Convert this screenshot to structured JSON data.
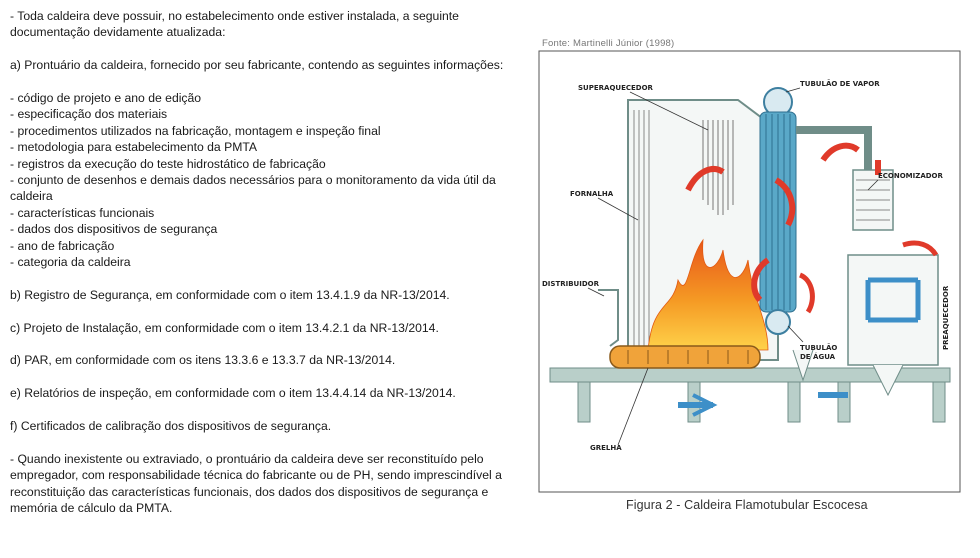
{
  "text": {
    "intro": "- Toda caldeira deve possuir, no estabelecimento onde estiver instalada, a seguinte documentação devidamente atualizada:",
    "item_a": "a) Prontuário da caldeira, fornecido por seu fabricante, contendo as seguintes informações:",
    "list_a": [
      "- código de projeto e ano de edição",
      "- especificação dos materiais",
      "- procedimentos utilizados na fabricação, montagem e inspeção final",
      "- metodologia para estabelecimento da PMTA",
      "- registros da execução do teste hidrostático de fabricação",
      "- conjunto de desenhos e demais dados necessários para o monitoramento da vida útil da caldeira",
      "- características funcionais",
      "- dados dos dispositivos de segurança",
      "- ano de fabricação",
      "- categoria da caldeira"
    ],
    "item_b": "b) Registro de Segurança, em conformidade com o item 13.4.1.9 da NR-13/2014.",
    "item_c": "c) Projeto de Instalação, em conformidade com o item 13.4.2.1 da NR-13/2014.",
    "item_d": "d) PAR, em conformidade com os itens 13.3.6 e 13.3.7 da NR-13/2014.",
    "item_e": "e) Relatórios de inspeção, em conformidade com o item 13.4.4.14 da NR-13/2014.",
    "item_f": "f) Certificados de calibração dos dispositivos de segurança.",
    "closing": "- Quando inexistente ou extraviado, o prontuário da caldeira deve ser reconstituído pelo empregador, com responsabilidade técnica do fabricante ou de PH, sendo imprescindível a reconstituição das características funcionais, dos dados dos dispositivos de segurança e memória de cálculo da PMTA."
  },
  "figure": {
    "source": "Fonte: Martinelli Júnior (1998)",
    "caption": "Figura 2 - Caldeira Flamotubular Escocesa",
    "labels": {
      "superaquecedor": "SUPERAQUECEDOR",
      "tubulao_vapor": "TUBULÃO DE VAPOR",
      "fornalha": "FORNALHA",
      "economizador": "ECONOMIZADOR",
      "distribuidor": "DISTRIBUIDOR",
      "preaquecedor": "PREAQUECEDOR",
      "tubulao_agua_1": "TUBULÃO",
      "tubulao_agua_2": "DE ÁGUA",
      "grelha": "GRELHA"
    },
    "colors": {
      "water_tubes": "#5aa8c8",
      "flame_outer": "#f07a1a",
      "flame_inner": "#ffd24a",
      "arrow_red": "#e03a2a",
      "arrow_blue": "#3d8fc8",
      "frame": "#6f8d88",
      "grate": "#f0a33a"
    }
  }
}
